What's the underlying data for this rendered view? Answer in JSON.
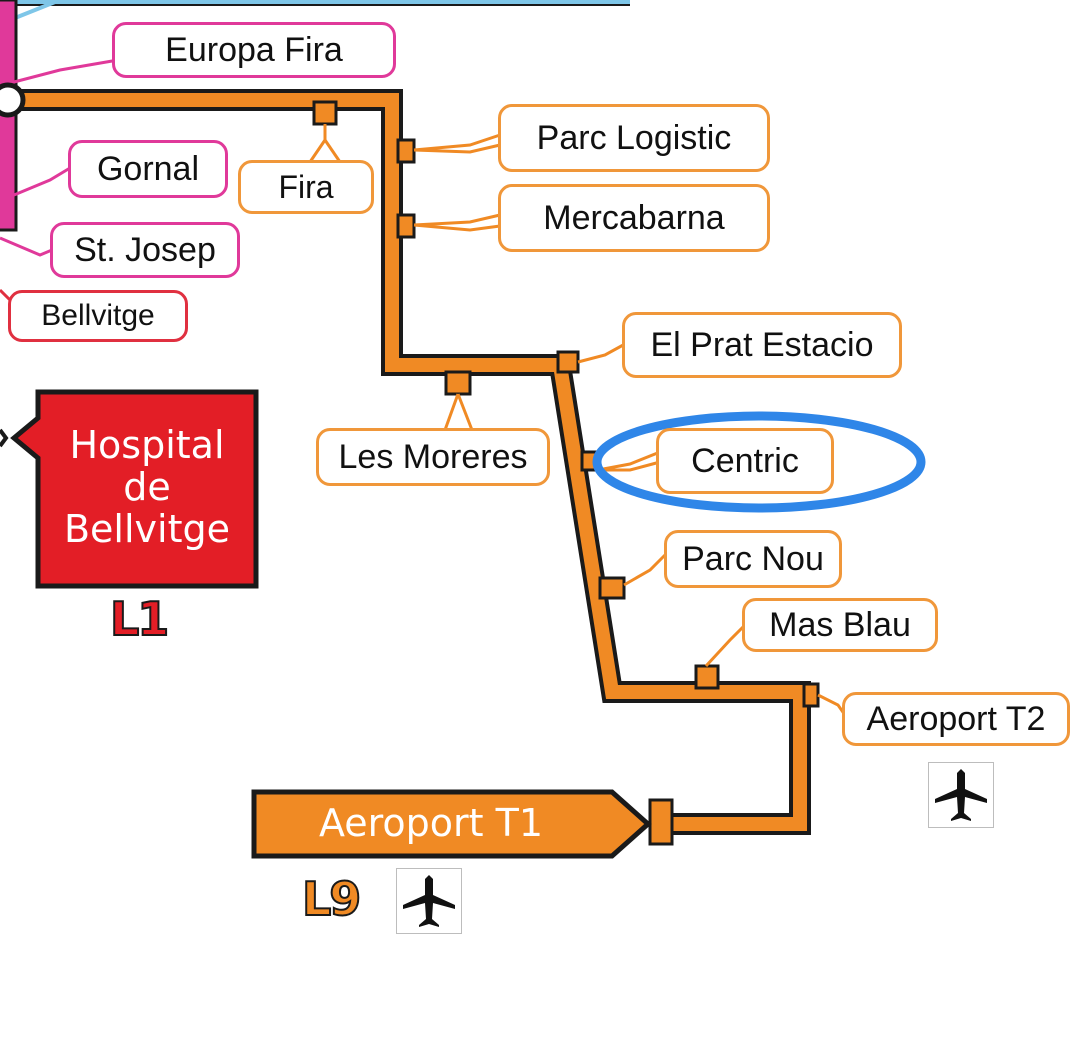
{
  "map": {
    "colors": {
      "l9": "#f08a24",
      "l1": "#e31e26",
      "l10_pink": "#e0399a",
      "light_blue": "#7ec6e8",
      "highlight": "#2f86e8",
      "outline": "#1a1a1a"
    },
    "stations": {
      "europa_fira": "Europa Fira",
      "gornal": "Gornal",
      "st_josep": "St. Josep",
      "bellvitge": "Bellvitge",
      "fira": "Fira",
      "parc_logistic": "Parc Logistic",
      "mercabarna": "Mercabarna",
      "el_prat_estacio": "El Prat Estacio",
      "les_moreres": "Les Moreres",
      "centric": "Centric",
      "parc_nou": "Parc Nou",
      "mas_blau": "Mas Blau",
      "aeroport_t2": "Aeroport T2"
    },
    "terminals": {
      "hospital_line1": "Hospital",
      "hospital_line2": "de",
      "hospital_line3": "Bellvitge",
      "hospital_line_code": "L1",
      "aeroport_t1": "Aeroport T1",
      "aeroport_t1_line_code": "L9"
    },
    "icons": [
      "airplane-icon",
      "airplane-icon"
    ],
    "highlighted_station": "Centric"
  }
}
